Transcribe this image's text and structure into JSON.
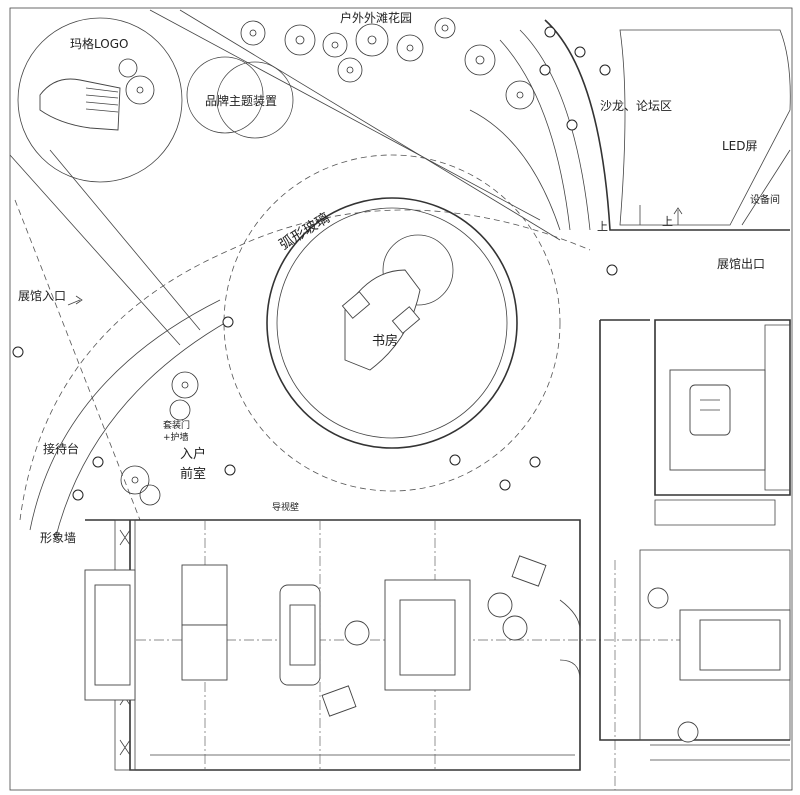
{
  "labels": {
    "outdoor_garden": "户外外滩花园",
    "maga_logo": "玛格LOGO",
    "brand_installation": "品牌主题装置",
    "salon_forum": "沙龙、论坛区",
    "led_screen": "LED屏",
    "equipment_room": "设备间",
    "stairs_up_1": "上",
    "stairs_up_2": "上",
    "arc_glass": "弧形玻璃",
    "study": "书房",
    "exhibition_exit": "展馆出口",
    "exhibition_entrance": "展馆入口",
    "reception_desk": "接待台",
    "door_guard_1": "套装门",
    "door_guard_2": "+护墙",
    "entry_foyer_1": "入户",
    "entry_foyer_2": "前室",
    "guide_wall": "导视壁",
    "image_wall": "形象墙"
  }
}
